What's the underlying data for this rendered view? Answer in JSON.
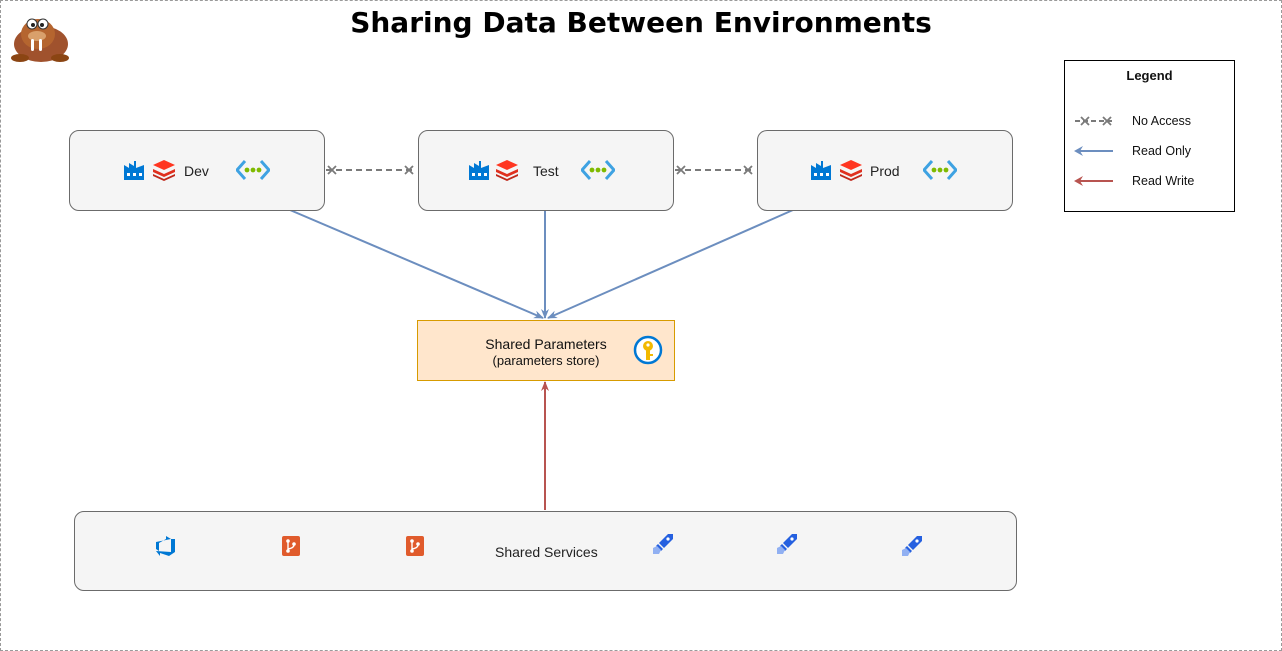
{
  "title": "Sharing Data Between Environments",
  "environments": [
    {
      "name": "Dev"
    },
    {
      "name": "Test"
    },
    {
      "name": "Prod"
    }
  ],
  "shared_parameters": {
    "title": "Shared Parameters",
    "subtitle": "(parameters store)",
    "icon": "key-vault-icon"
  },
  "shared_services": {
    "label": "Shared Services",
    "icons": [
      "azure-devops-icon",
      "repos-icon",
      "repos-icon",
      "pipelines-icon",
      "pipelines-icon",
      "pipelines-icon"
    ]
  },
  "legend": {
    "title": "Legend",
    "items": [
      {
        "label": "No Access",
        "color": "#7a7a7a",
        "style": "dashed-crossed"
      },
      {
        "label": "Read Only",
        "color": "#6c8ebf",
        "style": "arrow"
      },
      {
        "label": "Read Write",
        "color": "#b85450",
        "style": "arrow"
      }
    ]
  },
  "colors": {
    "read_only": "#6c8ebf",
    "read_write": "#b85450",
    "no_access": "#7a7a7a",
    "params_fill": "#ffe6cc",
    "params_border": "#d79b00"
  }
}
